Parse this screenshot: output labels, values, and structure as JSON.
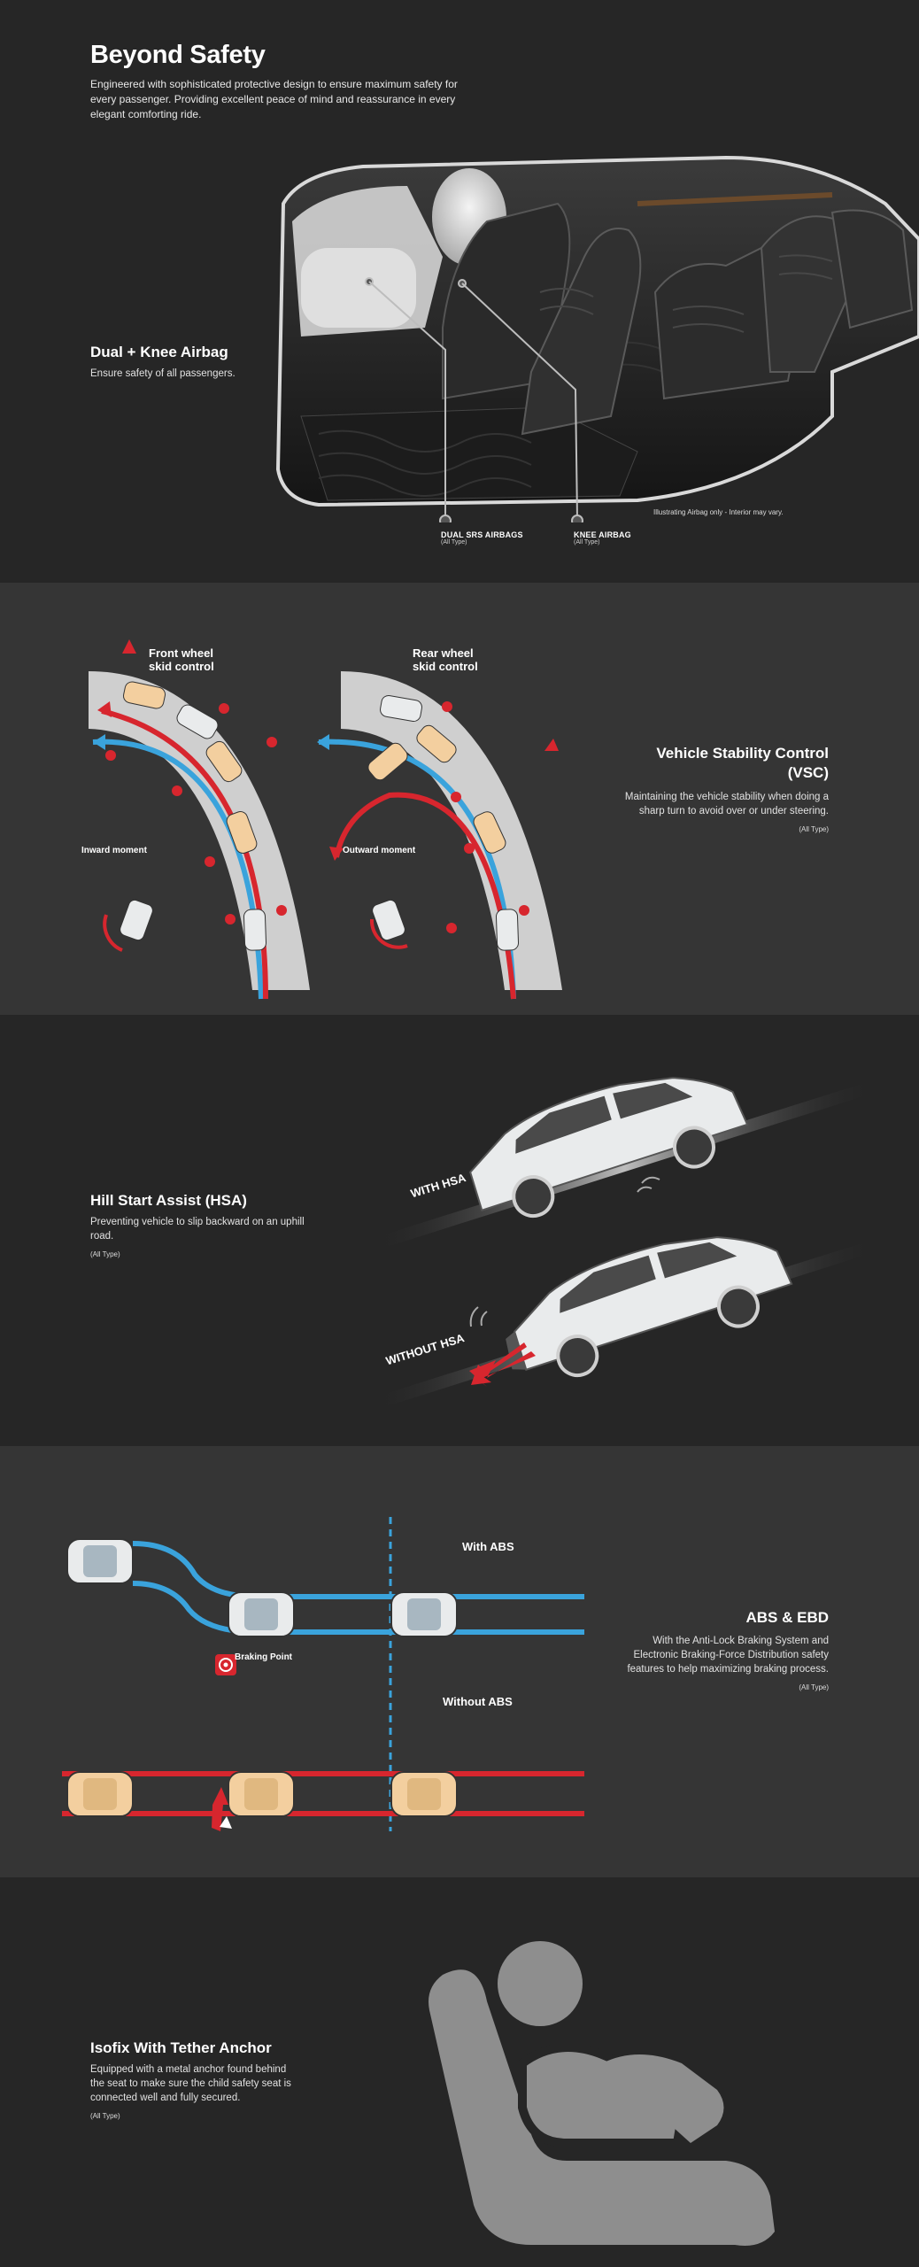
{
  "beyond_safety": {
    "title": "Beyond Safety",
    "description": "Engineered with sophisticated protective design to ensure maximum safety for every passenger. Providing excellent peace of mind and reassurance in every elegant comforting ride."
  },
  "airbag": {
    "title": "Dual + Knee Airbag",
    "description": "Ensure safety of all passengers.",
    "disclaimer": "Illustrating Airbag only - Interior may vary.",
    "callouts": [
      {
        "label": "DUAL SRS AIRBAGS",
        "sub": "(All Type)"
      },
      {
        "label": "KNEE AIRBAG",
        "sub": "(All Type)"
      }
    ]
  },
  "vsc": {
    "title": "Vehicle Stability Control (VSC)",
    "description": "Maintaining the vehicle stability when doing a sharp turn to avoid over or under steering.",
    "type_note": "(All Type)",
    "front_label_1": "Front wheel",
    "front_label_2": "skid control",
    "rear_label_1": "Rear wheel",
    "rear_label_2": "skid control",
    "inward": "Inward moment",
    "outward": "Outward moment"
  },
  "hsa": {
    "title": "Hill Start Assist (HSA)",
    "description": "Preventing vehicle to slip backward on an uphill road.",
    "type_note": "(All Type)",
    "with_label": "WITH HSA",
    "without_label": "WITHOUT HSA"
  },
  "abs": {
    "title": "ABS & EBD",
    "description": "With the Anti-Lock Braking System and Electronic Braking-Force Distribution safety features to help maximizing braking process.",
    "type_note": "(All Type)",
    "with_label": "With ABS",
    "without_label": "Without ABS",
    "braking_point": "Braking Point"
  },
  "isofix": {
    "title": "Isofix With Tether Anchor",
    "description": "Equipped with a metal anchor found behind the seat to make sure the child safety seat is connected well and fully secured.",
    "type_note": "(All Type)"
  },
  "colors": {
    "bg_dark": "#262626",
    "bg_mid": "#353535",
    "accent_red": "#d7262e",
    "accent_blue": "#3aa3dc",
    "car_tan": "#f3cf9f",
    "car_white": "#e9ebec"
  }
}
